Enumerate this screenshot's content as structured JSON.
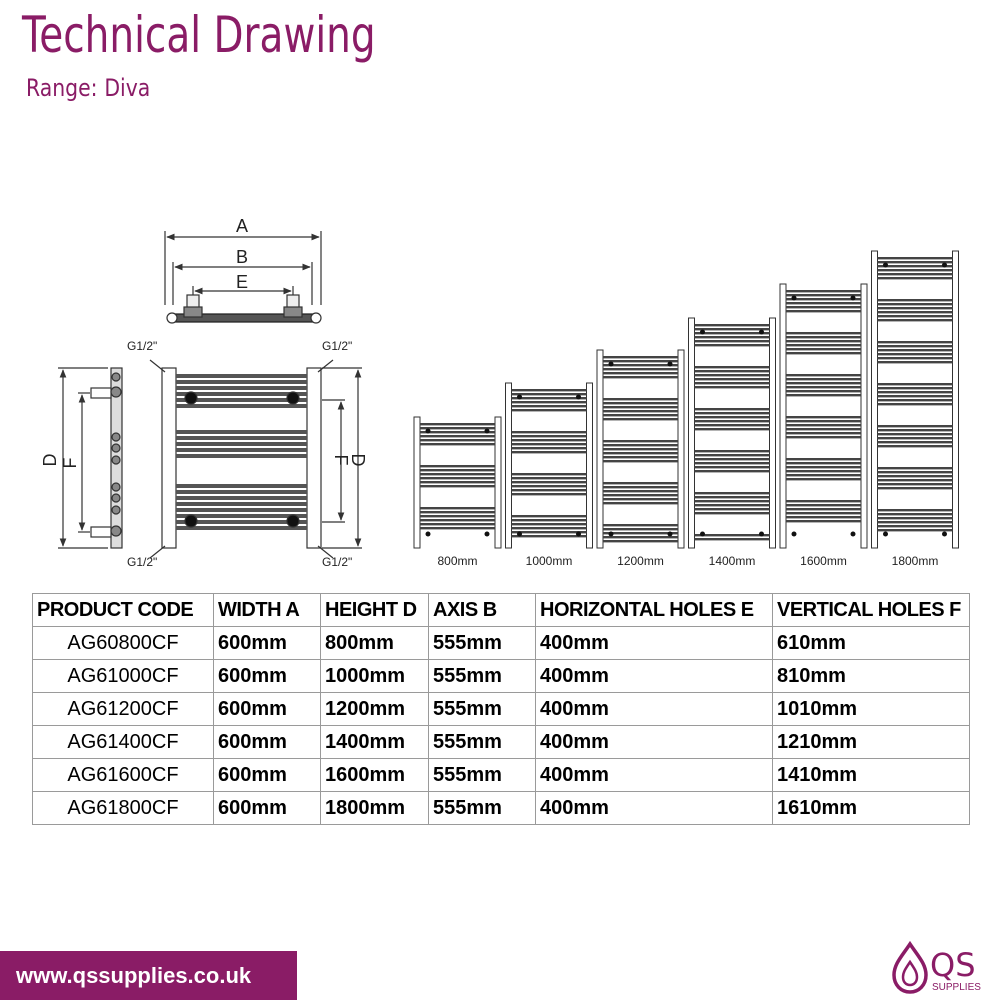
{
  "header": {
    "title": "Technical Drawing",
    "range_label": "Range:",
    "range_value": "Diva"
  },
  "drawing": {
    "labels": {
      "a": "A",
      "b": "B",
      "e": "E",
      "d": "D",
      "f": "F",
      "thread": "G1/2\""
    },
    "size_labels": [
      "800mm",
      "1000mm",
      "1200mm",
      "1400mm",
      "1600mm",
      "1800mm"
    ]
  },
  "table": {
    "headers": [
      "PRODUCT CODE",
      "WIDTH A",
      "HEIGHT D",
      "AXIS B",
      "HORIZONTAL HOLES E",
      "VERTICAL HOLES F"
    ],
    "rows": [
      [
        "AG60800CF",
        "600mm",
        "800mm",
        "555mm",
        "400mm",
        "610mm"
      ],
      [
        "AG61000CF",
        "600mm",
        "1000mm",
        "555mm",
        "400mm",
        "810mm"
      ],
      [
        "AG61200CF",
        "600mm",
        "1200mm",
        "555mm",
        "400mm",
        "1010mm"
      ],
      [
        "AG61400CF",
        "600mm",
        "1400mm",
        "555mm",
        "400mm",
        "1210mm"
      ],
      [
        "AG61600CF",
        "600mm",
        "1600mm",
        "555mm",
        "400mm",
        "1410mm"
      ],
      [
        "AG61800CF",
        "600mm",
        "1800mm",
        "555mm",
        "400mm",
        "1610mm"
      ]
    ]
  },
  "footer": {
    "url": "www.qssupplies.co.uk"
  },
  "logo": {
    "mark": "QS",
    "sub": "SUPPLIES"
  },
  "colors": {
    "brand": "#8a1c66",
    "line": "#333333"
  }
}
